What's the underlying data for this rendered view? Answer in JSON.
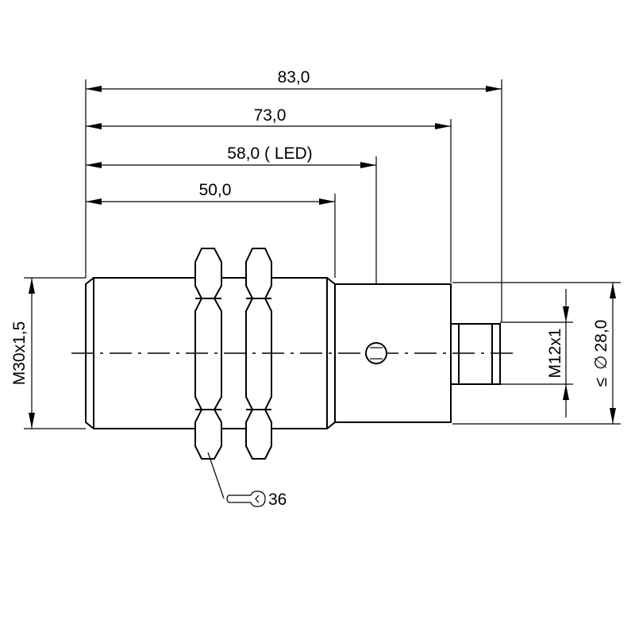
{
  "dimensions": {
    "overall_length": "83,0",
    "housing_length": "73,0",
    "led_position": "58,0 ( LED)",
    "thread_length": "50,0",
    "thread_size": "M30x1,5",
    "connector_thread": "M12x1",
    "max_diameter_symbol": "≤",
    "diameter_sign": "∅",
    "max_diameter": "28,0",
    "wrench_size": "36"
  },
  "icons": {
    "wrench": "wrench-icon",
    "led_indicator": "led-indicator-icon"
  }
}
